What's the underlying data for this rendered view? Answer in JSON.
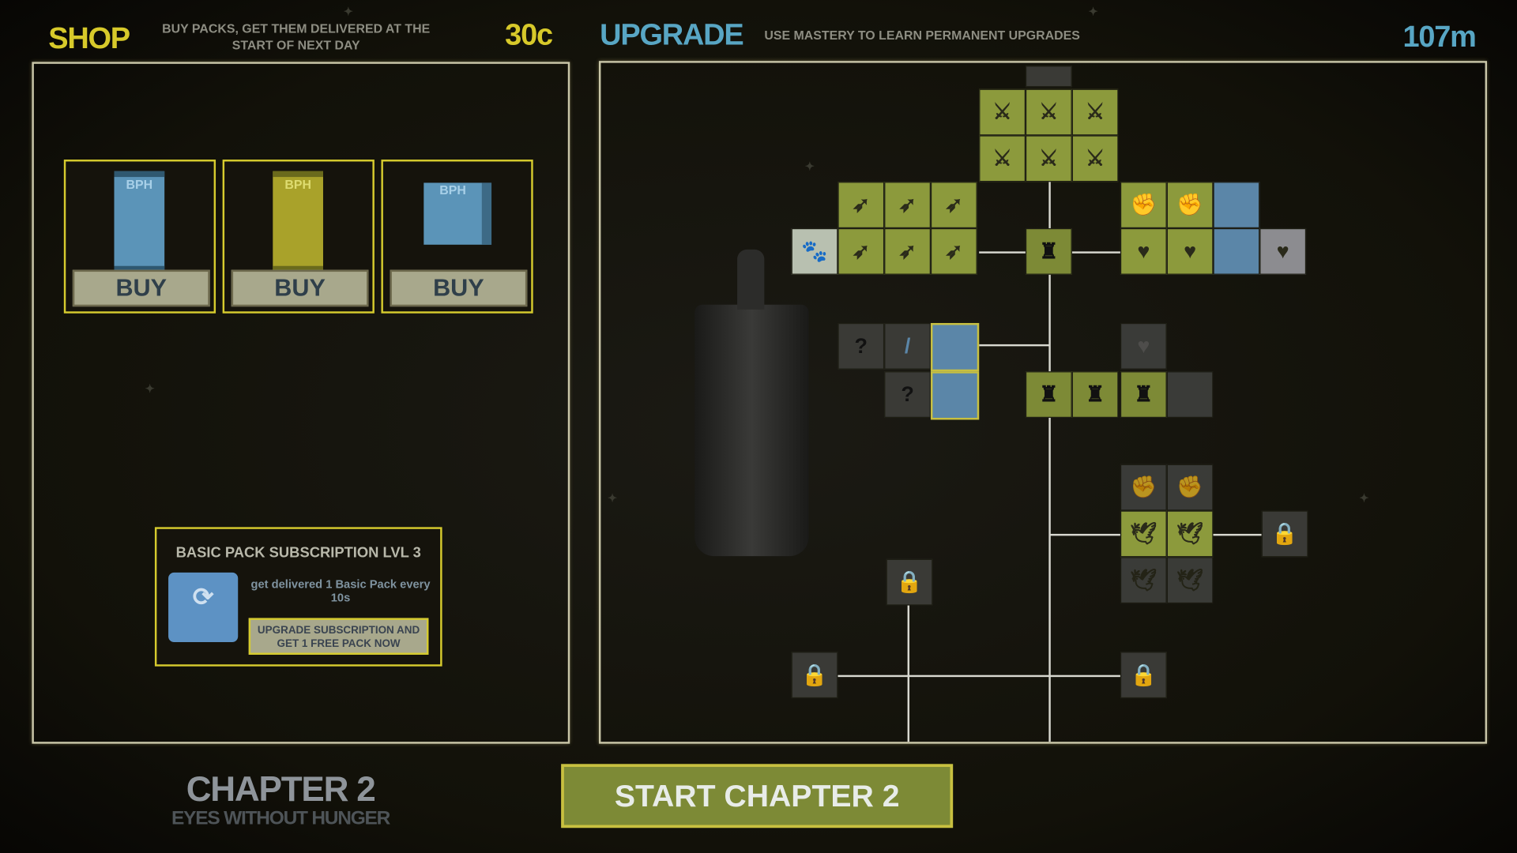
{
  "shop": {
    "title": "SHOP",
    "description": "BUY PACKS, GET THEM DELIVERED AT THE START OF NEXT DAY",
    "currency": "30c",
    "packs": [
      {
        "label": "BPH",
        "buy_label": "BUY",
        "color": "#5b94b8"
      },
      {
        "label": "BPH",
        "buy_label": "BUY",
        "color": "#a9a22a"
      },
      {
        "label": "BPH",
        "buy_label": "BUY",
        "color": "#5b94b8"
      }
    ],
    "subscription": {
      "title": "BASIC PACK SUBSCRIPTION LVL 3",
      "text": "get delivered 1 Basic Pack every 10s",
      "button_label": "UPGRADE SUBSCRIPTION AND GET 1 FREE PACK NOW"
    }
  },
  "upgrade": {
    "title": "UPGRADE",
    "description": "USE MASTERY TO LEARN PERMANENT UPGRADES",
    "mastery": "107m",
    "unknown_label": "?"
  },
  "chapter": {
    "title": "CHAPTER 2",
    "subtitle": "EYES WITHOUT HUNGER",
    "start_label": "START CHAPTER 2"
  },
  "colors": {
    "shop": "#d7c92a",
    "upgrade": "#58a6c4",
    "accent_green": "#7d8a36"
  }
}
